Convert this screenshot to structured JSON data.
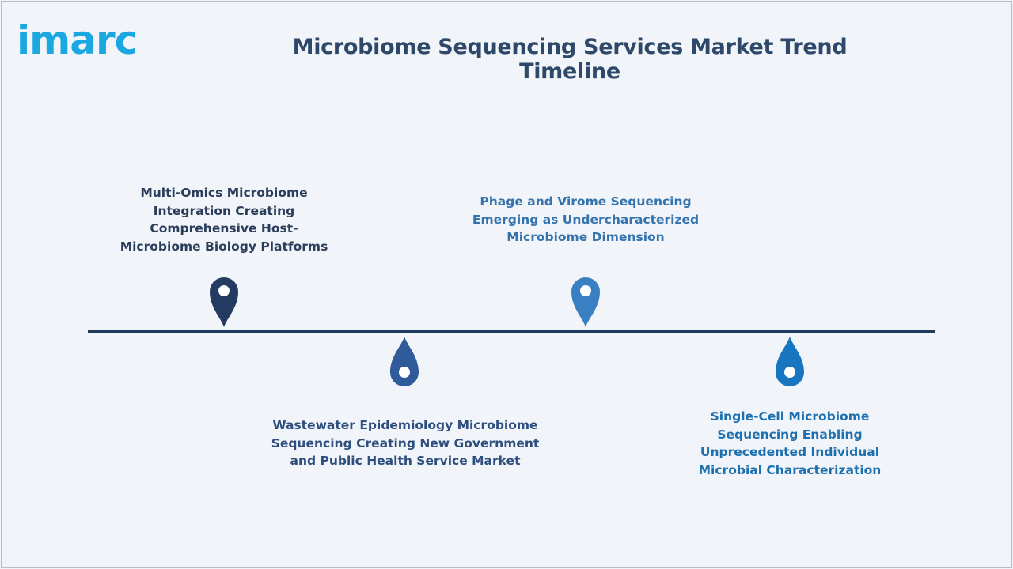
{
  "brand": {
    "logo_text": "imarc"
  },
  "title": "Microbiome Sequencing Services Market Trend Timeline",
  "colors": {
    "background": "#f1f4f8",
    "axis": "#1f3a5a",
    "title": "#2d4869",
    "logo": "#1ba7e0"
  },
  "milestones": [
    {
      "lines": [
        "Multi-Omics Microbiome",
        "Integration Creating",
        "Comprehensive Host-",
        "Microbiome Biology Platforms"
      ],
      "color": "#233b61",
      "text_color": "#2a3e5c"
    },
    {
      "lines": [
        "Wastewater Epidemiology Microbiome",
        "Sequencing Creating New Government",
        "and Public Health Service Market"
      ],
      "color": "#2f5b9a",
      "text_color": "#2e4e7e"
    },
    {
      "lines": [
        "Phage and Virome Sequencing",
        "Emerging as Undercharacterized",
        "Microbiome Dimension"
      ],
      "color": "#3a7fc1",
      "text_color": "#3473ae"
    },
    {
      "lines": [
        "Single-Cell Microbiome",
        "Sequencing Enabling",
        "Unprecedented Individual",
        "Microbial Characterization"
      ],
      "color": "#1876c0",
      "text_color": "#1d70b0"
    }
  ]
}
